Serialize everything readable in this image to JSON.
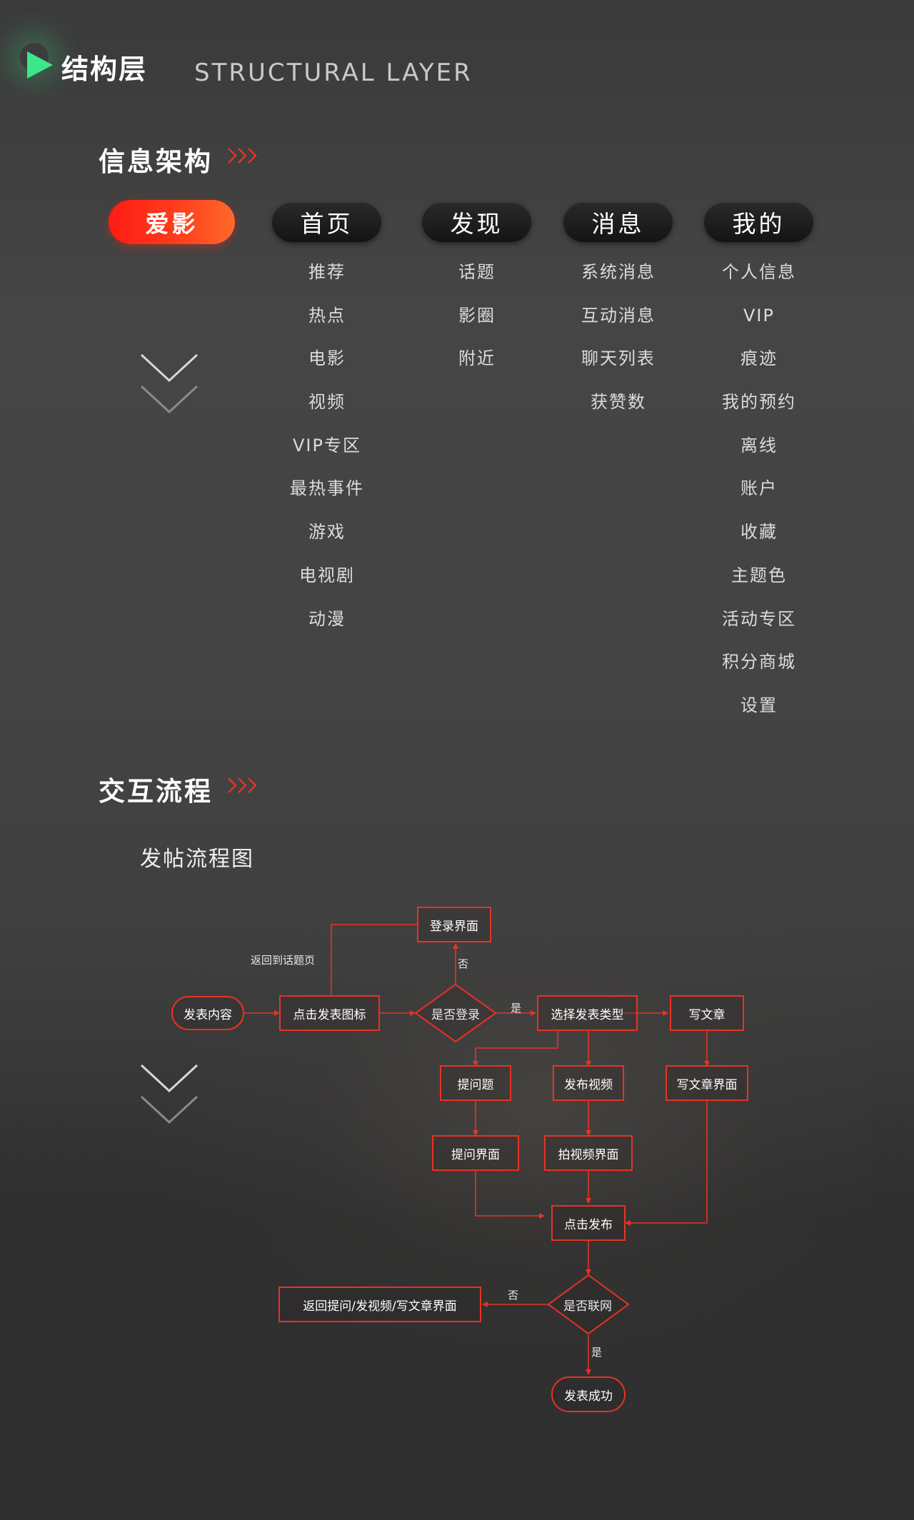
{
  "header": {
    "title_cn": "结构层",
    "title_en": "STRUCTURAL LAYER"
  },
  "sections": {
    "info_arch": "信息架构",
    "interaction": "交互流程"
  },
  "info_architecture": {
    "root": "爱影",
    "columns": [
      {
        "title": "首页",
        "items": [
          "推荐",
          "热点",
          "电影",
          "视频",
          "VIP专区",
          "最热事件",
          "游戏",
          "电视剧",
          "动漫"
        ]
      },
      {
        "title": "发现",
        "items": [
          "话题",
          "影圈",
          "附近"
        ]
      },
      {
        "title": "消息",
        "items": [
          "系统消息",
          "互动消息",
          "聊天列表",
          "获赞数"
        ]
      },
      {
        "title": "我的",
        "items": [
          "个人信息",
          "VIP",
          "痕迹",
          "我的预约",
          "离线",
          "账户",
          "收藏",
          "主题色",
          "活动专区",
          "积分商城",
          "设置"
        ]
      }
    ]
  },
  "flowchart": {
    "caption": "发帖流程图",
    "nodes": {
      "start": "发表内容",
      "click_icon": "点击发表图标",
      "is_logged_in": "是否登录",
      "login_page": "登录界面",
      "choose_type": "选择发表类型",
      "write_article": "写文章",
      "ask_question": "提问题",
      "post_video": "发布视频",
      "article_page": "写文章界面",
      "question_page": "提问界面",
      "shoot_video_page": "拍视频界面",
      "click_publish": "点击发布",
      "is_online": "是否联网",
      "return_page": "返回提问/发视频/写文章界面",
      "success": "发表成功"
    },
    "labels": {
      "back_to_topic": "返回到话题页",
      "no_login": "否",
      "yes_login": "是",
      "no_online": "否",
      "yes_online": "是"
    }
  },
  "colors": {
    "accent_red": "#e83224",
    "accent_green": "#3ee68a"
  }
}
